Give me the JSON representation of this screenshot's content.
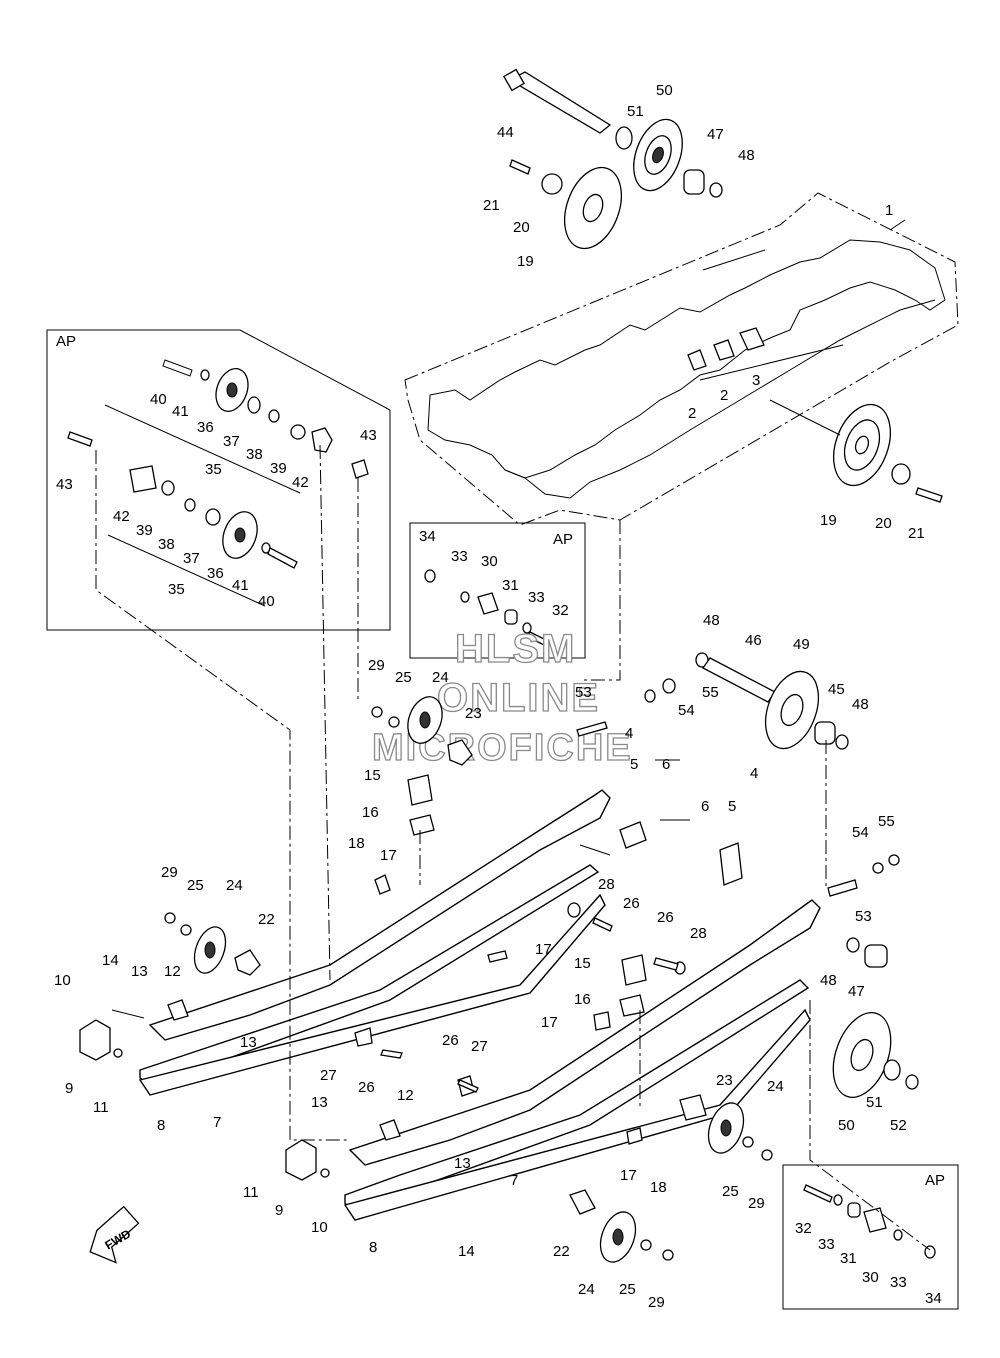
{
  "inset_label": "AP",
  "fwd_label": "FWD",
  "watermark": {
    "line1": "HLSM",
    "line2": "ONLINE",
    "line3": "MICROFICHE"
  },
  "callouts": [
    {
      "id": "c1",
      "text": "1"
    },
    {
      "id": "c2a",
      "text": "2"
    },
    {
      "id": "c2b",
      "text": "2"
    },
    {
      "id": "c3",
      "text": "3"
    },
    {
      "id": "c44",
      "text": "44"
    },
    {
      "id": "c50t",
      "text": "50"
    },
    {
      "id": "c51t",
      "text": "51"
    },
    {
      "id": "c47t",
      "text": "47"
    },
    {
      "id": "c48t",
      "text": "48"
    },
    {
      "id": "c21t",
      "text": "21"
    },
    {
      "id": "c20t",
      "text": "20"
    },
    {
      "id": "c19t",
      "text": "19"
    },
    {
      "id": "c19r",
      "text": "19"
    },
    {
      "id": "c20r",
      "text": "20"
    },
    {
      "id": "c21r",
      "text": "21"
    },
    {
      "id": "i40a",
      "text": "40"
    },
    {
      "id": "i41a",
      "text": "41"
    },
    {
      "id": "i36a",
      "text": "36"
    },
    {
      "id": "i37a",
      "text": "37"
    },
    {
      "id": "i38a",
      "text": "38"
    },
    {
      "id": "i35a",
      "text": "35"
    },
    {
      "id": "i39a",
      "text": "39"
    },
    {
      "id": "i42a",
      "text": "42"
    },
    {
      "id": "i43a",
      "text": "43"
    },
    {
      "id": "i43b",
      "text": "43"
    },
    {
      "id": "i42b",
      "text": "42"
    },
    {
      "id": "i39b",
      "text": "39"
    },
    {
      "id": "i38b",
      "text": "38"
    },
    {
      "id": "i37b",
      "text": "37"
    },
    {
      "id": "i36b",
      "text": "36"
    },
    {
      "id": "i41b",
      "text": "41"
    },
    {
      "id": "i35b",
      "text": "35"
    },
    {
      "id": "i40b",
      "text": "40"
    },
    {
      "id": "m34",
      "text": "34"
    },
    {
      "id": "m33a",
      "text": "33"
    },
    {
      "id": "m30",
      "text": "30"
    },
    {
      "id": "m31",
      "text": "31"
    },
    {
      "id": "m33b",
      "text": "33"
    },
    {
      "id": "m32",
      "text": "32"
    },
    {
      "id": "c48a",
      "text": "48"
    },
    {
      "id": "c46",
      "text": "46"
    },
    {
      "id": "c49",
      "text": "49"
    },
    {
      "id": "c53a",
      "text": "53"
    },
    {
      "id": "c55a",
      "text": "55"
    },
    {
      "id": "c54a",
      "text": "54"
    },
    {
      "id": "c45",
      "text": "45"
    },
    {
      "id": "c48b",
      "text": "48"
    },
    {
      "id": "c4a",
      "text": "4"
    },
    {
      "id": "c5a",
      "text": "5"
    },
    {
      "id": "c6a",
      "text": "6"
    },
    {
      "id": "c4b",
      "text": "4"
    },
    {
      "id": "c6b",
      "text": "6"
    },
    {
      "id": "c5b",
      "text": "5"
    },
    {
      "id": "c54b",
      "text": "54"
    },
    {
      "id": "c55b",
      "text": "55"
    },
    {
      "id": "c53b",
      "text": "53"
    },
    {
      "id": "c48c",
      "text": "48"
    },
    {
      "id": "c47b",
      "text": "47"
    },
    {
      "id": "c51b",
      "text": "51"
    },
    {
      "id": "c50b",
      "text": "50"
    },
    {
      "id": "c52",
      "text": "52"
    },
    {
      "id": "c29a",
      "text": "29"
    },
    {
      "id": "c25a",
      "text": "25"
    },
    {
      "id": "c24a",
      "text": "24"
    },
    {
      "id": "c23a",
      "text": "23"
    },
    {
      "id": "c15a",
      "text": "15"
    },
    {
      "id": "c16a",
      "text": "16"
    },
    {
      "id": "c18a",
      "text": "18"
    },
    {
      "id": "c17a",
      "text": "17"
    },
    {
      "id": "c28a",
      "text": "28"
    },
    {
      "id": "c26a",
      "text": "26"
    },
    {
      "id": "c17b",
      "text": "17"
    },
    {
      "id": "c29b",
      "text": "29"
    },
    {
      "id": "c25b",
      "text": "25"
    },
    {
      "id": "c24b",
      "text": "24"
    },
    {
      "id": "c22a",
      "text": "22"
    },
    {
      "id": "c14a",
      "text": "14"
    },
    {
      "id": "c13a",
      "text": "13"
    },
    {
      "id": "c12a",
      "text": "12"
    },
    {
      "id": "c10a",
      "text": "10"
    },
    {
      "id": "c13b",
      "text": "13"
    },
    {
      "id": "c9a",
      "text": "9"
    },
    {
      "id": "c11a",
      "text": "11"
    },
    {
      "id": "c8a",
      "text": "8"
    },
    {
      "id": "c7a",
      "text": "7"
    },
    {
      "id": "c27a",
      "text": "27"
    },
    {
      "id": "c26b",
      "text": "26"
    },
    {
      "id": "c26c",
      "text": "26"
    },
    {
      "id": "c28b",
      "text": "28"
    },
    {
      "id": "c15b",
      "text": "15"
    },
    {
      "id": "c16b",
      "text": "16"
    },
    {
      "id": "c17c",
      "text": "17"
    },
    {
      "id": "c26d",
      "text": "26"
    },
    {
      "id": "c27b",
      "text": "27"
    },
    {
      "id": "c12b",
      "text": "12"
    },
    {
      "id": "c13c",
      "text": "13"
    },
    {
      "id": "c13d",
      "text": "13"
    },
    {
      "id": "c11b",
      "text": "11"
    },
    {
      "id": "c9b",
      "text": "9"
    },
    {
      "id": "c10b",
      "text": "10"
    },
    {
      "id": "c8b",
      "text": "8"
    },
    {
      "id": "c7b",
      "text": "7"
    },
    {
      "id": "c14b",
      "text": "14"
    },
    {
      "id": "c23b",
      "text": "23"
    },
    {
      "id": "c24c",
      "text": "24"
    },
    {
      "id": "c17d",
      "text": "17"
    },
    {
      "id": "c18b",
      "text": "18"
    },
    {
      "id": "c25c",
      "text": "25"
    },
    {
      "id": "c29c",
      "text": "29"
    },
    {
      "id": "c22b",
      "text": "22"
    },
    {
      "id": "c24d",
      "text": "24"
    },
    {
      "id": "c25d",
      "text": "25"
    },
    {
      "id": "c29d",
      "text": "29"
    },
    {
      "id": "b32",
      "text": "32"
    },
    {
      "id": "b33a",
      "text": "33"
    },
    {
      "id": "b31",
      "text": "31"
    },
    {
      "id": "b30",
      "text": "30"
    },
    {
      "id": "b33b",
      "text": "33"
    },
    {
      "id": "b34",
      "text": "34"
    }
  ]
}
